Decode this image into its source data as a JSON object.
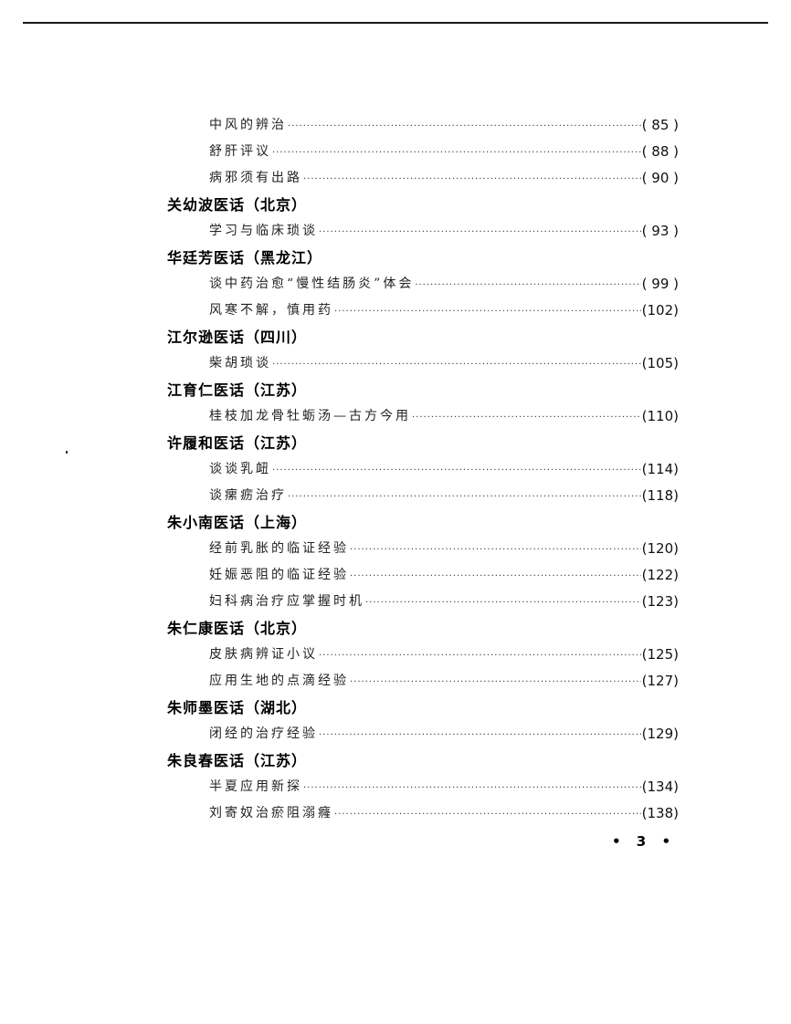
{
  "page": {
    "page_number_display": "• 3 •",
    "page_number": 3
  },
  "toc": [
    {
      "type": "entry",
      "title": "中风的辨治",
      "page": "( 85 )"
    },
    {
      "type": "entry",
      "title": "舒肝评议",
      "page": "( 88 )"
    },
    {
      "type": "entry",
      "title": "病邪须有出路",
      "page": "( 90 )"
    },
    {
      "type": "heading",
      "title": "关幼波医话（北京）"
    },
    {
      "type": "entry",
      "title": "学习与临床琐谈",
      "page": "( 93 )"
    },
    {
      "type": "heading",
      "title": "华廷芳医话（黑龙江）"
    },
    {
      "type": "entry",
      "title": "谈中药治愈“慢性结肠炎”体会",
      "page": "( 99 )"
    },
    {
      "type": "entry",
      "title": "风寒不解，慎用药",
      "page": "(102)"
    },
    {
      "type": "heading",
      "title": "江尔逊医话（四川）"
    },
    {
      "type": "entry",
      "title": "柴胡琐谈",
      "page": "(105)"
    },
    {
      "type": "heading",
      "title": "江育仁医话（江苏）"
    },
    {
      "type": "entry",
      "title": "桂枝加龙骨牡蛎汤—古方今用",
      "page": "(110)"
    },
    {
      "type": "heading",
      "title": "许履和医话（江苏）"
    },
    {
      "type": "entry",
      "title": "谈谈乳衄",
      "page": "(114)"
    },
    {
      "type": "entry",
      "title": "谈瘰疬治疗",
      "page": "(118)"
    },
    {
      "type": "heading",
      "title": "朱小南医话（上海）"
    },
    {
      "type": "entry",
      "title": "经前乳胀的临证经验",
      "page": "(120)"
    },
    {
      "type": "entry",
      "title": "妊娠恶阻的临证经验",
      "page": "(122)"
    },
    {
      "type": "entry",
      "title": "妇科病治疗应掌握时机",
      "page": "(123)"
    },
    {
      "type": "heading",
      "title": "朱仁康医话（北京）"
    },
    {
      "type": "entry",
      "title": "皮肤病辨证小议",
      "page": "(125)"
    },
    {
      "type": "entry",
      "title": "应用生地的点滴经验",
      "page": "(127)"
    },
    {
      "type": "heading",
      "title": "朱师墨医话（湖北）"
    },
    {
      "type": "entry",
      "title": "闭经的治疗经验",
      "page": "(129)"
    },
    {
      "type": "heading",
      "title": "朱良春医话（江苏）"
    },
    {
      "type": "entry",
      "title": "半夏应用新探",
      "page": "(134)"
    },
    {
      "type": "entry",
      "title": "刘寄奴治瘀阻溺癃",
      "page": "(138)"
    }
  ]
}
